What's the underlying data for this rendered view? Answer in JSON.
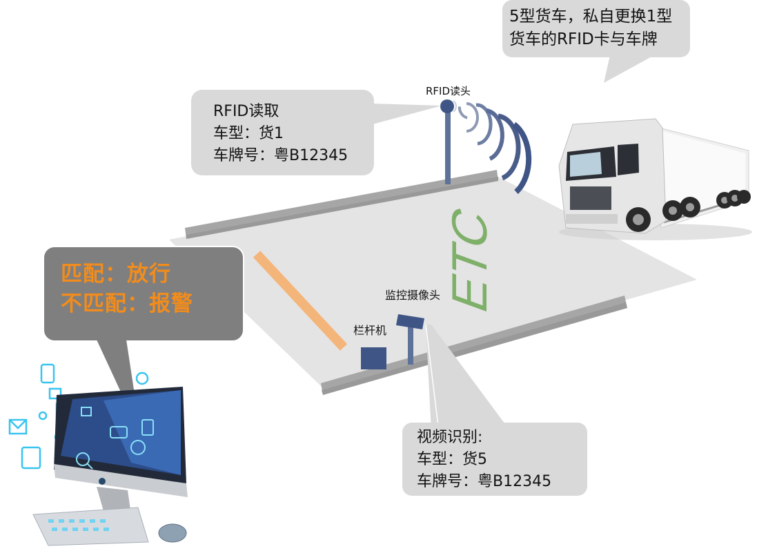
{
  "colors": {
    "bubble_light": "#d9d9d9",
    "bubble_dark": "#7f7f7f",
    "alert_text": "#f28c1c",
    "equipment_blue": "#3f5585",
    "pole_blue": "#5e7299",
    "rail_gray": "#a6a6a6",
    "platform": "#e4e4e4",
    "etc_green": "#7fb069",
    "barrier_orange": "#f4b57a"
  },
  "truck_bubble": {
    "lines": [
      "5型货车，私自更换1型",
      "货车的RFID卡与车牌"
    ]
  },
  "rfid_bubble": {
    "lines": [
      "RFID读取",
      "车型：货1",
      "车牌号：粤B12345"
    ]
  },
  "video_bubble": {
    "lines": [
      "视频识别:",
      "车型：货5",
      "车牌号：粤B12345"
    ]
  },
  "alert_bubble": {
    "lines": [
      "匹配：放行",
      "不匹配：报警"
    ]
  },
  "labels": {
    "rfid_reader": "RFID读头",
    "camera": "监控摄像头",
    "barrier": "栏杆机",
    "lane_marking": "ETC"
  },
  "icons": {
    "truck": "semi-truck-illustration",
    "computer": "desktop-computer-illustration",
    "antenna": "rfid-antenna-icon",
    "camera": "surveillance-camera-icon",
    "barrier": "barrier-gate-icon"
  }
}
